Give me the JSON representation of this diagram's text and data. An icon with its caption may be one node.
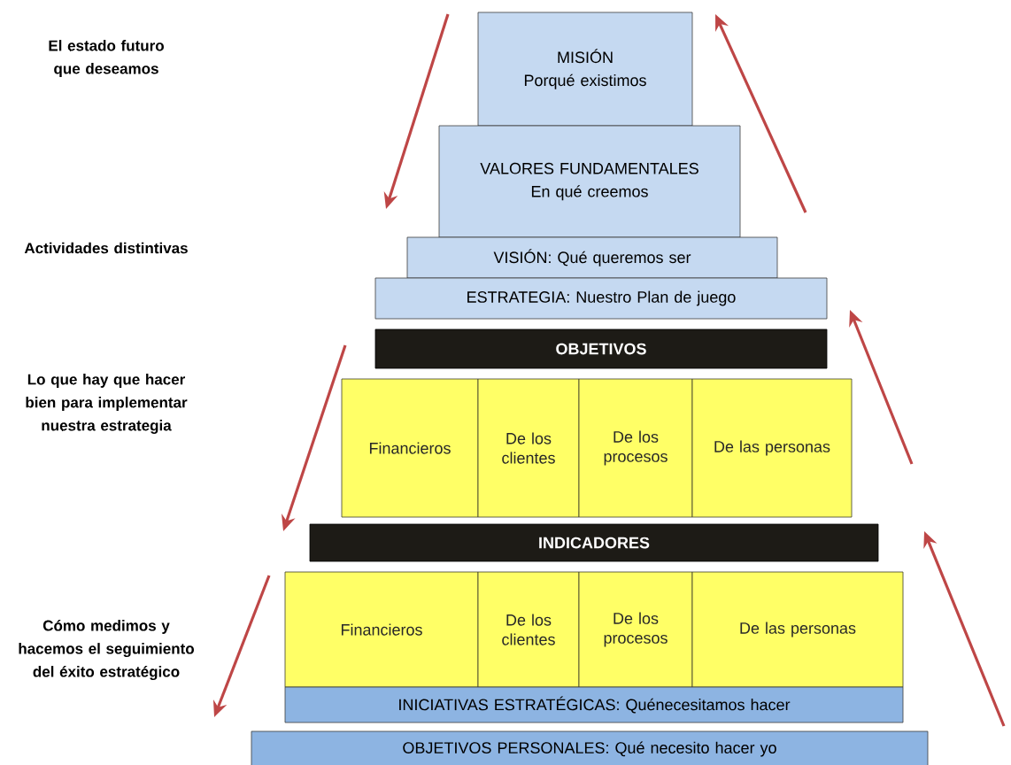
{
  "diagram": {
    "nodes": [
      {
        "text": [
          "MISIÓN",
          "Porqué existimos"
        ]
      },
      {
        "text": [
          "VALORES FUNDAMENTALES",
          "En qué creemos"
        ]
      },
      {
        "text": [
          "VISIÓN: Qué queremos ser"
        ]
      },
      {
        "text": [
          "ESTRATEGIA: Nuestro Plan de juego"
        ]
      },
      {
        "text": [
          "OBJETIVOS"
        ]
      },
      {
        "text": [
          "Financieros"
        ]
      },
      {
        "text": [
          "De los clientes"
        ]
      },
      {
        "text": [
          "De los procesos"
        ]
      },
      {
        "text": [
          "De las personas"
        ]
      },
      {
        "text": [
          "INDICADORES"
        ]
      },
      {
        "text": [
          "Financieros"
        ]
      },
      {
        "text": [
          "De los clientes"
        ]
      },
      {
        "text": [
          "De los procesos"
        ]
      },
      {
        "text": [
          "De las personas"
        ]
      },
      {
        "text": [
          "INICIATIVAS ESTRATÉGICAS: Quénecesitamos hacer"
        ]
      },
      {
        "text": [
          "OBJETIVOS PERSONALES: Qué necesito hacer yo"
        ]
      }
    ],
    "labels": [
      "El estado futuro que deseamos",
      "Actividades distintivas",
      "Lo que hay que hacer bien para implementar nuestra estrategia",
      "Cómo medimos y hacemos el seguimiento del éxito estratégico"
    ]
  }
}
